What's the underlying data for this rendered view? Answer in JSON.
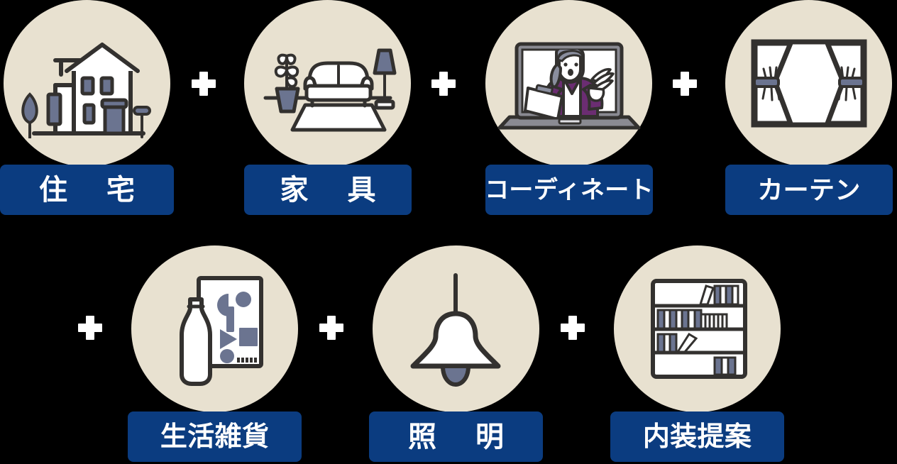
{
  "theme": {
    "background": "#000000",
    "circle_fill": "#E8E1D0",
    "badge_fill": "#0B3C80",
    "badge_text": "#FFFFFF",
    "line_color": "#33312F",
    "accent_slate": "#6B7490",
    "accent_purple": "#6B2D72",
    "icon_white": "#FFFFFF",
    "plus_color": "#FFFFFF"
  },
  "rows": [
    {
      "id": "row-1",
      "items": [
        {
          "id": "housing",
          "label": "住  宅",
          "icon": "house-icon",
          "spaced": true
        },
        {
          "id": "furniture",
          "label": "家  具",
          "icon": "sofa-icon",
          "spaced": true
        },
        {
          "id": "coordinate",
          "label": "コーディネート",
          "icon": "coordinator-icon",
          "spaced": false
        },
        {
          "id": "curtain",
          "label": "カーテン",
          "icon": "curtain-icon",
          "spaced": false
        }
      ]
    },
    {
      "id": "row-2",
      "items": [
        {
          "id": "goods",
          "label": "生活雑貨",
          "icon": "bottle-poster-icon",
          "spaced": false
        },
        {
          "id": "lighting",
          "label": "照  明",
          "icon": "pendant-lamp-icon",
          "spaced": true
        },
        {
          "id": "interior",
          "label": "内装提案",
          "icon": "bookshelf-icon",
          "spaced": false
        }
      ]
    }
  ],
  "plus_separators": {
    "symbol": "+",
    "count_row1": 3,
    "count_row2": 3,
    "name": "plus-icon"
  }
}
